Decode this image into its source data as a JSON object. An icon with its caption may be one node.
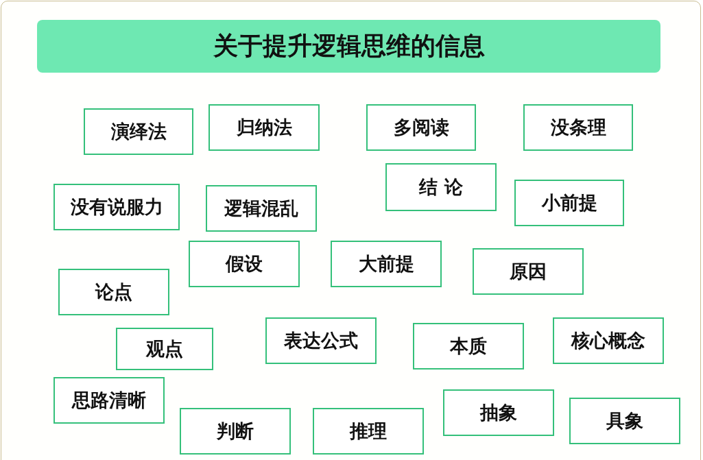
{
  "diagram": {
    "title": "关于提升逻辑思维的信息",
    "nodes": [
      {
        "text": [
          "演绎法"
        ]
      },
      {
        "text": [
          "归纳法"
        ]
      },
      {
        "text": [
          "多阅读"
        ]
      },
      {
        "text": [
          "没条理"
        ]
      },
      {
        "text": [
          "结 论"
        ]
      },
      {
        "text": [
          "没有说服力"
        ]
      },
      {
        "text": [
          "逻辑混乱"
        ]
      },
      {
        "text": [
          "小前提"
        ]
      },
      {
        "text": [
          "假设"
        ]
      },
      {
        "text": [
          "大前提"
        ]
      },
      {
        "text": [
          "原因"
        ]
      },
      {
        "text": [
          "论点"
        ]
      },
      {
        "text": [
          "表达公式"
        ]
      },
      {
        "text": [
          "本质"
        ]
      },
      {
        "text": [
          "核心概念"
        ]
      },
      {
        "text": [
          "观点"
        ]
      },
      {
        "text": [
          "思路清晰"
        ]
      },
      {
        "text": [
          "抽象"
        ]
      },
      {
        "text": [
          "具象"
        ]
      },
      {
        "text": [
          "判断"
        ]
      },
      {
        "text": [
          "推理"
        ]
      }
    ]
  }
}
